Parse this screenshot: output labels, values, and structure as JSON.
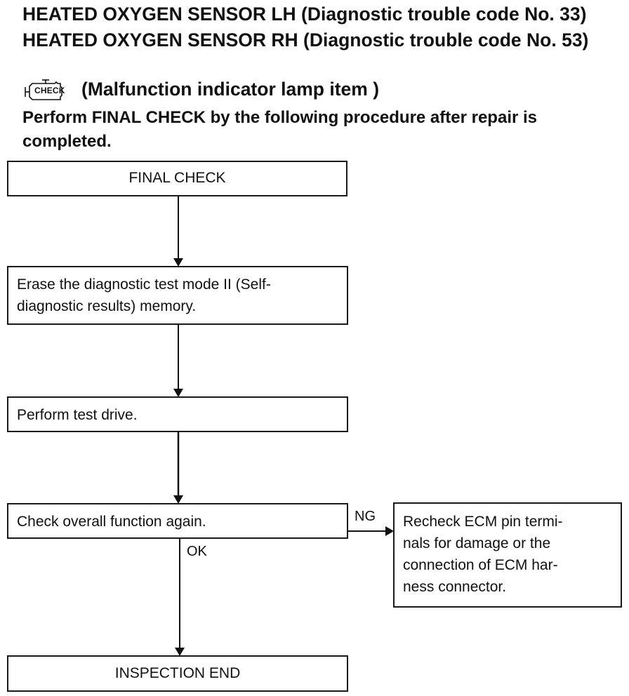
{
  "heading": {
    "title": "HEATED OXYGEN SENSOR LH (Diagnostic trouble code No. 33) HEATED OXYGEN SENSOR RH (Diagnostic trouble code No. 53)",
    "check_icon_text": "CHECK",
    "lamp_note": "(Malfunction indicator lamp item )"
  },
  "instruction": "Perform FINAL CHECK by the following procedure after repair is completed.",
  "flow": {
    "final_check": "FINAL CHECK",
    "erase": [
      "Erase the diagnostic test mode II (Self-",
      "diagnostic results) memory."
    ],
    "test_drive": "Perform test drive.",
    "check_again": "Check overall function again.",
    "ng_label": "NG",
    "ok_label": "OK",
    "recheck": [
      "Recheck ECM pin termi-",
      "nals for damage or the",
      "connection of ECM har-",
      "ness connector."
    ],
    "end": "INSPECTION END"
  }
}
